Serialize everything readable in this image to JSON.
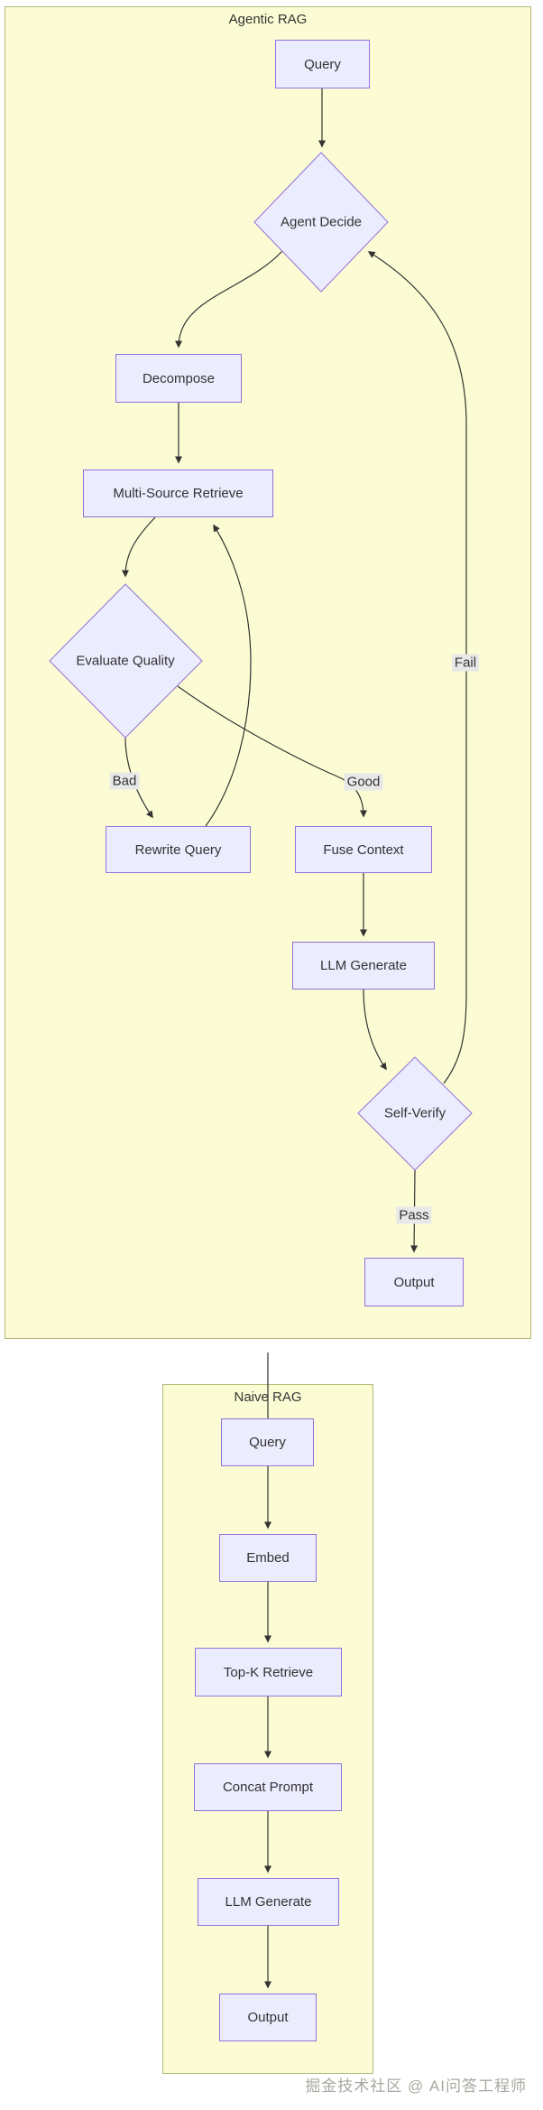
{
  "diagram": {
    "colors": {
      "cluster_fill": "#fcfcd4",
      "cluster_border": "#b3b87a",
      "node_fill": "#ececff",
      "node_border": "#9370db",
      "edge": "#333333",
      "edge_label_bg": "#e8e8e8",
      "text": "#333333",
      "watermark": "#a8a8a0"
    },
    "agentic": {
      "title": "Agentic RAG",
      "nodes": {
        "query": "Query",
        "agent_decide": "Agent Decide",
        "decompose": "Decompose",
        "multi_source_retrieve": "Multi-Source Retrieve",
        "evaluate_quality": "Evaluate Quality",
        "rewrite_query": "Rewrite Query",
        "fuse_context": "Fuse Context",
        "llm_generate": "LLM Generate",
        "self_verify": "Self-Verify",
        "output": "Output"
      },
      "edge_labels": {
        "bad": "Bad",
        "good": "Good",
        "fail": "Fail",
        "pass": "Pass"
      }
    },
    "naive": {
      "title": "Naive RAG",
      "nodes": {
        "query": "Query",
        "embed": "Embed",
        "topk_retrieve": "Top-K Retrieve",
        "concat_prompt": "Concat Prompt",
        "llm_generate": "LLM Generate",
        "output": "Output"
      }
    }
  },
  "watermark": "掘金技术社区 @ AI问答工程师"
}
